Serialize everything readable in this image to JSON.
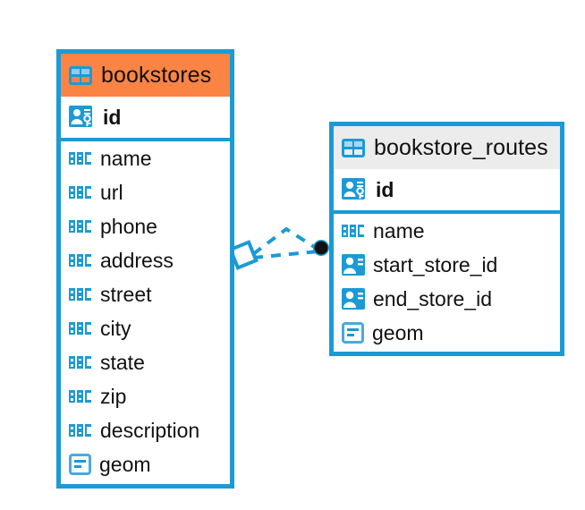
{
  "diagram": {
    "type": "entity-relationship-diagram",
    "background_color": "#ffffff",
    "accent_color": "#1b9ad6",
    "header_highlight_color": "#fb8445",
    "header_default_color": "#ececec"
  },
  "entities": [
    {
      "name": "bookstores",
      "header_style": "accent-orange",
      "table_icon": "table-icon",
      "fields": [
        {
          "label": "id",
          "icon": "primary-key-icon",
          "key": true
        },
        {
          "label": "name",
          "icon": "abc-text-icon",
          "key": false
        },
        {
          "label": "url",
          "icon": "abc-text-icon",
          "key": false
        },
        {
          "label": "phone",
          "icon": "abc-text-icon",
          "key": false
        },
        {
          "label": "address",
          "icon": "abc-text-icon",
          "key": false
        },
        {
          "label": "street",
          "icon": "abc-text-icon",
          "key": false
        },
        {
          "label": "city",
          "icon": "abc-text-icon",
          "key": false
        },
        {
          "label": "state",
          "icon": "abc-text-icon",
          "key": false
        },
        {
          "label": "zip",
          "icon": "abc-text-icon",
          "key": false
        },
        {
          "label": "description",
          "icon": "abc-text-icon",
          "key": false
        },
        {
          "label": "geom",
          "icon": "geometry-icon",
          "key": false
        }
      ]
    },
    {
      "name": "bookstore_routes",
      "header_style": "accent-grey",
      "table_icon": "table-icon",
      "fields": [
        {
          "label": "id",
          "icon": "primary-key-icon",
          "key": true
        },
        {
          "label": "name",
          "icon": "abc-text-icon",
          "key": false
        },
        {
          "label": "start_store_id",
          "icon": "foreign-key-icon",
          "key": false
        },
        {
          "label": "end_store_id",
          "icon": "foreign-key-icon",
          "key": false
        },
        {
          "label": "geom",
          "icon": "geometry-icon",
          "key": false
        }
      ]
    }
  ],
  "relationship": {
    "line_style": "dashed",
    "line_color": "#1b9ad6",
    "source_endpoint": "diamond-endpoint",
    "target_endpoint": "filled-circle-endpoint"
  }
}
